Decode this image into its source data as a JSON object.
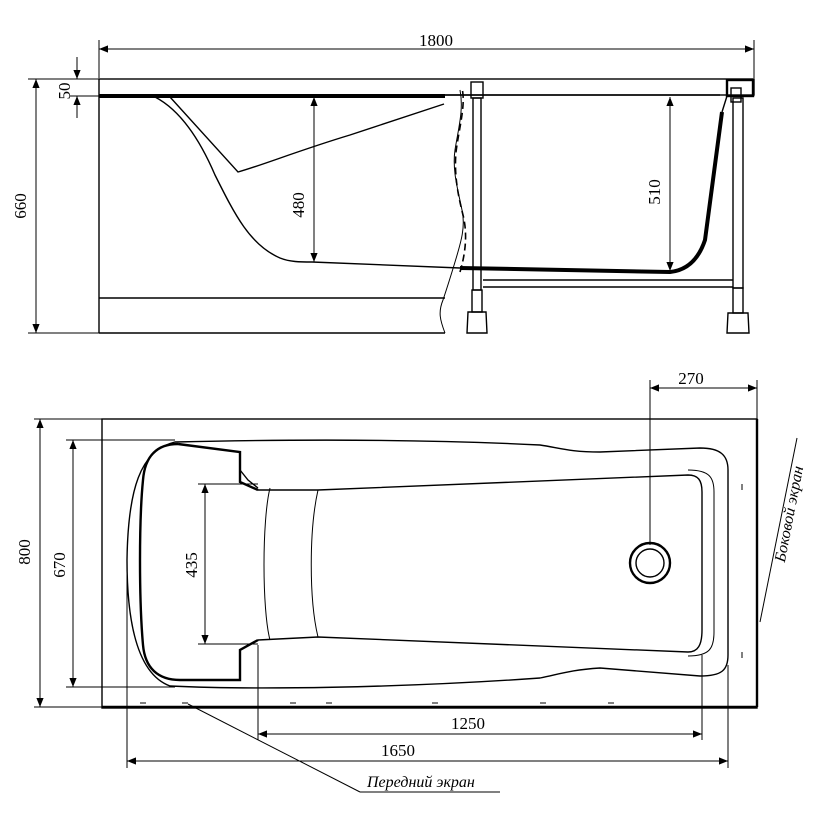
{
  "dimensions": {
    "total_length": "1800",
    "rim_thickness": "50",
    "total_height": "660",
    "depth_head_end": "480",
    "depth_drain_end": "510",
    "drain_offset": "270",
    "total_width": "800",
    "inner_width": "670",
    "headrest_width": "435",
    "bottom_length": "1250",
    "inner_length": "1650"
  },
  "labels": {
    "front_panel": "Передний экран",
    "side_panel": "Боковой экран"
  }
}
